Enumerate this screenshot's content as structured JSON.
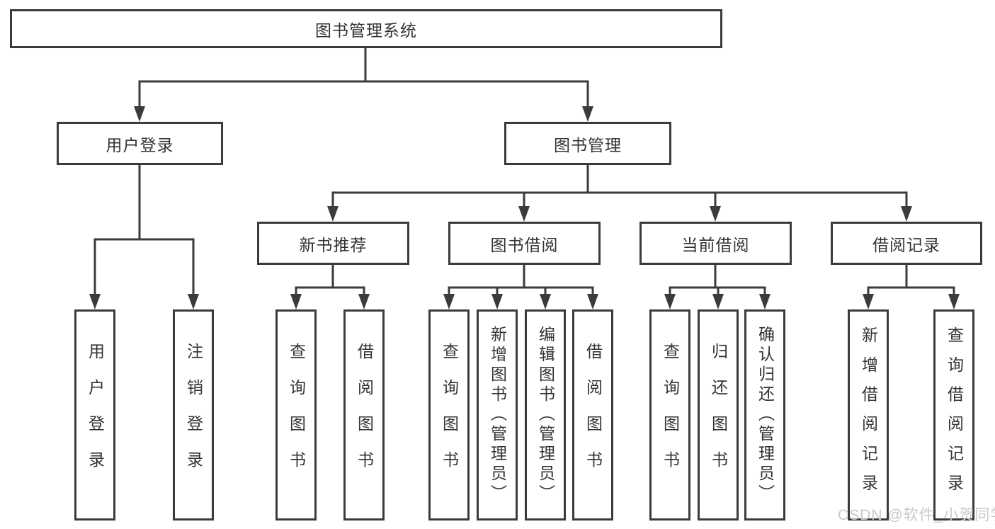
{
  "tree": {
    "root": "图书管理系统",
    "children": [
      {
        "label": "用户登录",
        "leaves": [
          "用户登录",
          "注销登录"
        ]
      },
      {
        "label": "图书管理",
        "children": [
          {
            "label": "新书推荐",
            "leaves": [
              "查询图书",
              "借阅图书"
            ]
          },
          {
            "label": "图书借阅",
            "leaves": [
              "查询图书",
              "新增图书（管理员）",
              "编辑图书（管理员）",
              "借阅图书"
            ]
          },
          {
            "label": "当前借阅",
            "leaves": [
              "查询图书",
              "归还图书",
              "确认归还（管理员）"
            ]
          },
          {
            "label": "借阅记录",
            "leaves": [
              "新增借阅记录",
              "查询借阅记录"
            ]
          }
        ]
      }
    ]
  },
  "watermark": {
    "text": "CSDN @软件_小贺同学"
  },
  "colors": {
    "line": "#3b3b3b",
    "text": "#333333",
    "watermark": "#c9c9c9",
    "background": "#ffffff"
  }
}
